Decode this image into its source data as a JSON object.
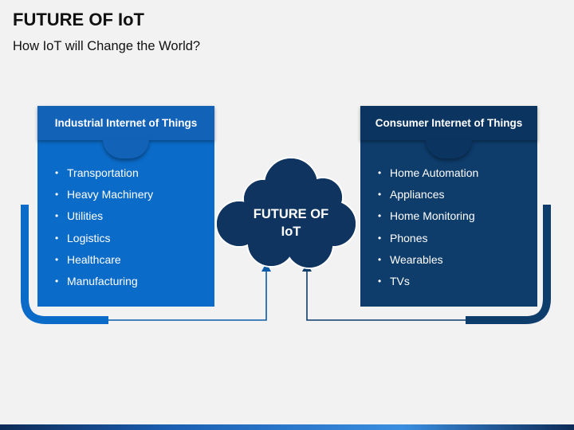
{
  "header": {
    "title": "FUTURE OF IoT",
    "subtitle": "How IoT will Change the World?"
  },
  "left_panel": {
    "title": "Industrial Internet of Things",
    "items": [
      "Transportation",
      "Heavy Machinery",
      "Utilities",
      "Logistics",
      "Healthcare",
      "Manufacturing"
    ]
  },
  "right_panel": {
    "title": "Consumer Internet of Things",
    "items": [
      "Home Automation",
      "Appliances",
      "Home Monitoring",
      "Phones",
      "Wearables",
      "TVs"
    ]
  },
  "center": {
    "line1": "FUTURE OF",
    "line2": "IoT"
  },
  "colors": {
    "industrial": "#0b6bc8",
    "consumer": "#0e3c6b",
    "cloud": "#0f3460"
  }
}
